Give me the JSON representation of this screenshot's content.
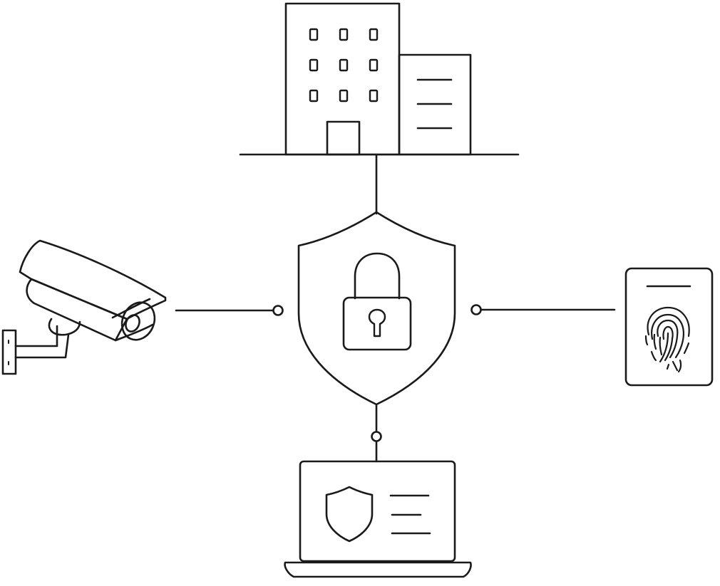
{
  "diagram": {
    "style": "line-art",
    "colors": {
      "background": "#ffffff",
      "stroke": "#1a1a1a"
    },
    "hub": {
      "icon": "shield-lock-icon"
    },
    "nodes": [
      {
        "id": "office",
        "icon": "office-building-icon",
        "position": "top"
      },
      {
        "id": "camera",
        "icon": "security-camera-icon",
        "position": "left"
      },
      {
        "id": "fingerprint",
        "icon": "fingerprint-id-card-icon",
        "position": "right"
      },
      {
        "id": "laptop",
        "icon": "laptop-shield-icon",
        "position": "bottom"
      }
    ],
    "connections": [
      {
        "from": "hub",
        "to": "office"
      },
      {
        "from": "hub",
        "to": "camera"
      },
      {
        "from": "hub",
        "to": "fingerprint"
      },
      {
        "from": "hub",
        "to": "laptop"
      }
    ]
  }
}
